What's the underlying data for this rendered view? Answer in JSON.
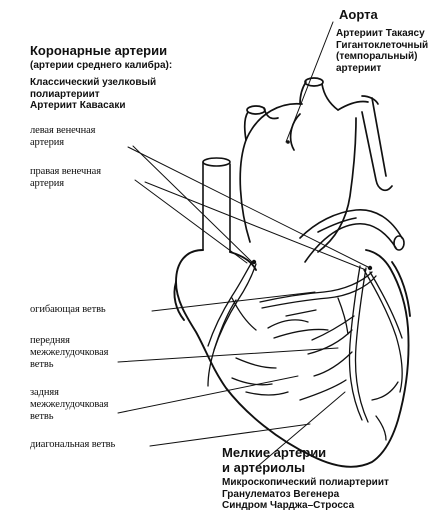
{
  "aorta": {
    "title": "Аорта",
    "diseases": [
      "Артериит Такаясу",
      "Гигантоклеточный",
      "(темпоральный)",
      "артериит"
    ]
  },
  "coronary": {
    "title": "Коронарные артерии",
    "subtitle": "(артерии среднего калибра):",
    "diseases": [
      "Классический узелковый",
      "полиартериит",
      "Артериит Кавасаки"
    ]
  },
  "labels": {
    "left_coronary": [
      "левая венечная",
      "артерия"
    ],
    "right_coronary": [
      "правая венечная",
      "артерия"
    ],
    "circumflex": "огибающая ветвь",
    "anterior_interventricular": [
      "передняя",
      "межжелудочковая",
      "ветвь"
    ],
    "posterior_interventricular": [
      "задняя",
      "межжелудочковая",
      "ветвь"
    ],
    "diagonal": "диагональная ветвь"
  },
  "small_arteries": {
    "title": [
      "Мелкие артерии",
      "и артериолы"
    ],
    "diseases": [
      "Микроскопический полиартериит",
      "Гранулематоз Вегенера",
      "Синдром Чарджа–Стросса"
    ]
  }
}
